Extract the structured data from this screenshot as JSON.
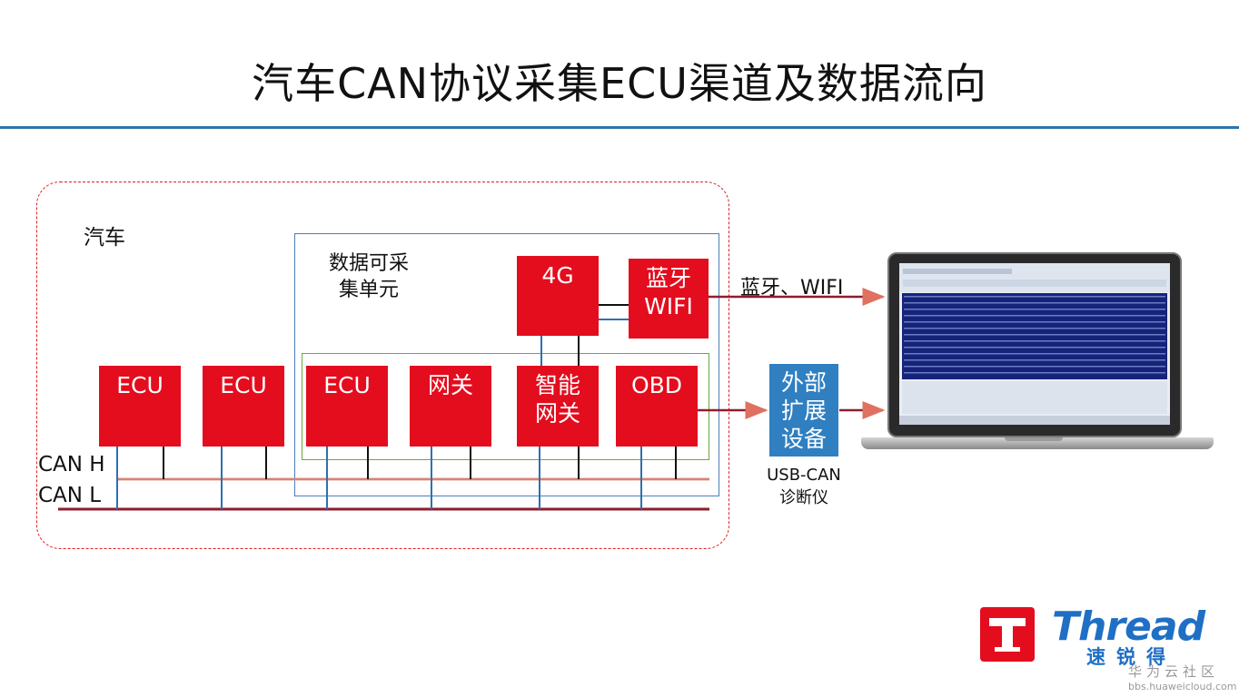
{
  "title": "汽车CAN协议采集ECU渠道及数据流向",
  "car": {
    "label": "汽车"
  },
  "unit": {
    "label": "数据可采集单元"
  },
  "nodes": [
    {
      "id": "ecu1",
      "label": "ECU"
    },
    {
      "id": "ecu2",
      "label": "ECU"
    },
    {
      "id": "ecu3",
      "label": "ECU"
    },
    {
      "id": "gateway",
      "label": "网关"
    },
    {
      "id": "smart-gateway",
      "label": "智能网关"
    },
    {
      "id": "obd",
      "label": "OBD"
    },
    {
      "id": "4g",
      "label": "4G"
    },
    {
      "id": "bt-wifi",
      "label": "蓝牙WIFI"
    }
  ],
  "bus": {
    "can_h": "CAN H",
    "can_l": "CAN L"
  },
  "wireless_link": {
    "label": "蓝牙、WIFI"
  },
  "external_device": {
    "label": "外部扩展设备",
    "caption": "USB-CAN诊断仪"
  },
  "logo": {
    "word": "Thread",
    "cn": "速锐得"
  },
  "watermark": {
    "cn": "华为云社区",
    "url": "bbs.huaweicloud.com"
  },
  "colors": {
    "node_red": "#e30d1e",
    "device_blue": "#2f7fc1",
    "unit_border": "#4a7fb8",
    "gateway_border": "#6aaa3a",
    "car_border": "#e02020",
    "can_h_line": "#e8a090",
    "can_l_line": "#8e1d2c",
    "arrow": "#e07060",
    "title_rule": "#2e74a8"
  },
  "icons": [
    "laptop-icon",
    "thread-logo-icon"
  ]
}
